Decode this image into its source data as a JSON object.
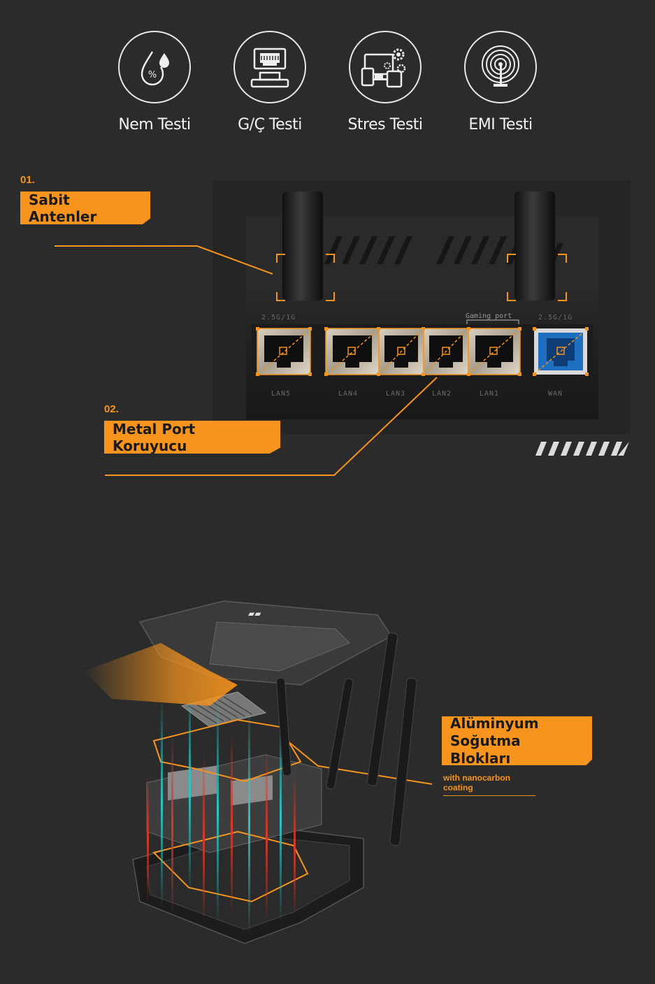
{
  "tests": [
    {
      "label": "Nem Testi",
      "icon": "humidity-icon"
    },
    {
      "label": "G/Ç Testi",
      "icon": "io-port-icon"
    },
    {
      "label": "Stres Testi",
      "icon": "stress-devices-icon"
    },
    {
      "label": "EMI Testi",
      "icon": "emi-antenna-icon"
    }
  ],
  "feature1": {
    "number": "01.",
    "title": "Sabit Antenler"
  },
  "feature2": {
    "number": "02.",
    "title": "Metal Port Koruyucu"
  },
  "feature3": {
    "title_line1": "Alüminyum",
    "title_line2": "Soğutma Blokları",
    "subtitle": "with nanocarbon coating"
  },
  "router_rear": {
    "port_group_top_left": "2.5G/1G",
    "port_group_top_mid": "Gaming port",
    "port_group_top_right": "2.5G/1G",
    "ports": [
      "LAN5",
      "LAN4",
      "LAN3",
      "LAN2",
      "LAN1",
      "WAN"
    ]
  },
  "colors": {
    "accent": "#f7941d",
    "background": "#2b2b2b",
    "wan_port": "#1f6fc0"
  }
}
